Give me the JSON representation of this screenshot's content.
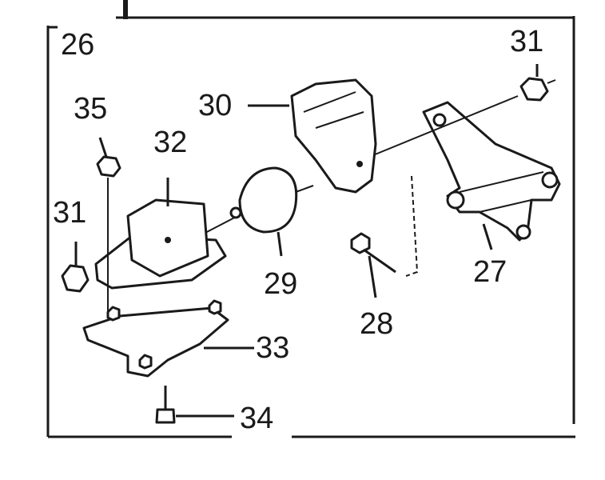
{
  "diagram": {
    "group_label": "26",
    "parts": [
      {
        "id": "nut-top-right",
        "label": "31"
      },
      {
        "id": "bracket-cover",
        "label": "30"
      },
      {
        "id": "nut-small",
        "label": "35"
      },
      {
        "id": "mount-block",
        "label": "32"
      },
      {
        "id": "nut-left",
        "label": "31"
      },
      {
        "id": "rubber-mount",
        "label": "29"
      },
      {
        "id": "bolt",
        "label": "28"
      },
      {
        "id": "engine-bracket",
        "label": "27"
      },
      {
        "id": "base-plate",
        "label": "33"
      },
      {
        "id": "screw",
        "label": "34"
      }
    ]
  }
}
